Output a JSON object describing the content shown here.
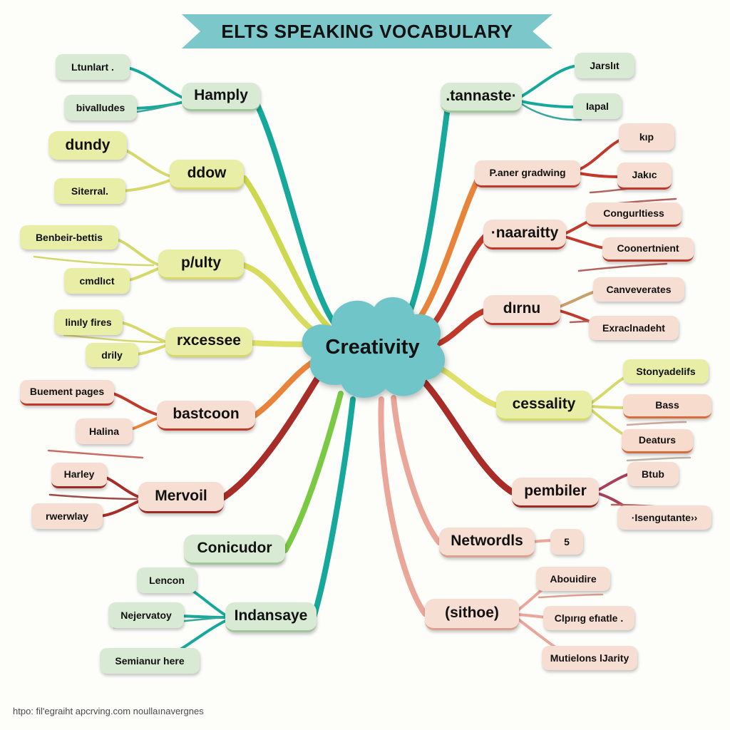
{
  "banner": {
    "title": "ELTS SPEAKING VOCABULARY"
  },
  "center": {
    "label": "Creativity",
    "color": "#70c5c9"
  },
  "footer": {
    "text": "htpo: fil'egraiht apcrving.com noullaınavergnes"
  },
  "palette": {
    "background": "#fdfdfa",
    "banner": "#7cc7c9",
    "green_node": "#d8ead3",
    "yellow_node": "#e9eea7",
    "peach_node": "#f6dfd2",
    "branch_teal": "#16a89a",
    "branch_green": "#7ac943",
    "branch_yellow": "#d6d96a",
    "branch_orange": "#e8833a",
    "branch_red": "#c0392b",
    "branch_darkred": "#a82c28",
    "branch_salmon": "#eba69a"
  },
  "nodes": {
    "left": [
      {
        "id": "hamply",
        "label": "Hamply",
        "tone": "green",
        "children": [
          "Ltunlart .",
          "bivalludes"
        ]
      },
      {
        "id": "ddow",
        "label": "ddow",
        "tone": "yellow",
        "children": [
          "dundy",
          "Siterral."
        ]
      },
      {
        "id": "plulty",
        "label": "p/ulty",
        "tone": "yellow",
        "children": [
          "Benbeir-bettis",
          "cmdlıct"
        ]
      },
      {
        "id": "rxcessee",
        "label": "rxcessee",
        "tone": "yellow",
        "children": [
          "linıly fires",
          "drily"
        ]
      },
      {
        "id": "bastcoon",
        "label": "bastcoon",
        "tone": "peach",
        "children": [
          "Buement pages",
          "Halina"
        ]
      },
      {
        "id": "mervoil",
        "label": "Mervoil",
        "tone": "peach",
        "children": [
          "Harley",
          "rwerwlay"
        ]
      },
      {
        "id": "conicudor",
        "label": "Conicudor",
        "tone": "green",
        "children": []
      },
      {
        "id": "indansaye",
        "label": "Indansaye",
        "tone": "green",
        "children": [
          "Lencon",
          "Nejervatoy",
          "Semianur here"
        ]
      }
    ],
    "right": [
      {
        "id": "tannaste",
        "label": ".tannaste·",
        "tone": "green",
        "children": [
          "Jarslıt",
          "Iapal"
        ]
      },
      {
        "id": "paner",
        "label": "P.aner  gradwing",
        "tone": "peach",
        "children": [
          "kıp",
          "Jakıc"
        ]
      },
      {
        "id": "naaraitty",
        "label": "·naaraitty",
        "tone": "peach",
        "children": [
          "Congurltiess",
          "Coonertnient"
        ]
      },
      {
        "id": "dirnu",
        "label": "dırnu",
        "tone": "peach",
        "children": [
          "Canveverates",
          "Exraclnadeht"
        ]
      },
      {
        "id": "cessality",
        "label": "cessality",
        "tone": "yellow",
        "children": [
          "Stonyadelifs",
          "Bass",
          "Deaturs"
        ]
      },
      {
        "id": "pembiler",
        "label": "pembiler",
        "tone": "peach",
        "children": [
          "Btub",
          "·Isengutante››"
        ]
      },
      {
        "id": "networdls",
        "label": "Networdls",
        "tone": "peach",
        "children": [
          "5"
        ]
      },
      {
        "id": "sithoe",
        "label": "(sithoe)",
        "tone": "peach",
        "children": [
          "Abouidire",
          "Clpırıg efıatle .",
          "Mutielons lJarity"
        ]
      }
    ]
  }
}
